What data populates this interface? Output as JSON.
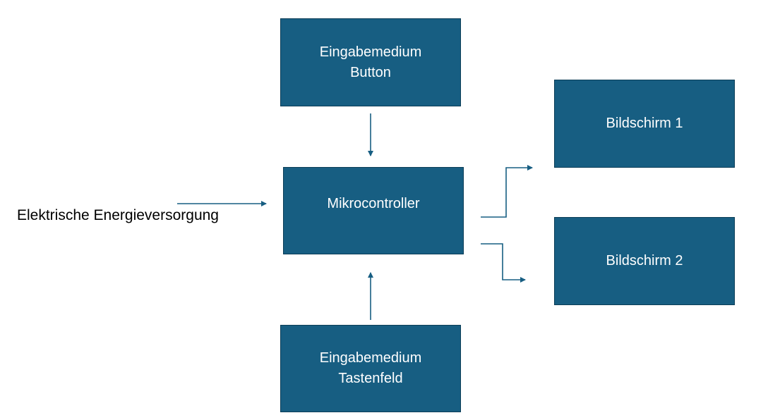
{
  "diagram": {
    "colors": {
      "block_fill": "#175e82",
      "block_border": "#0b3d57",
      "block_text": "#ffffff",
      "connector": "#175e82"
    },
    "blocks": {
      "input_button": {
        "line1": "Eingabemedium",
        "line2": "Button"
      },
      "microcontroller": {
        "label": "Mikrocontroller"
      },
      "input_keypad": {
        "line1": "Eingabemedium",
        "line2": "Tastenfeld"
      },
      "screen1": {
        "label": "Bildschirm 1"
      },
      "screen2": {
        "label": "Bildschirm 2"
      }
    },
    "power_supply_label": "Elektrische Energieversorgung"
  }
}
